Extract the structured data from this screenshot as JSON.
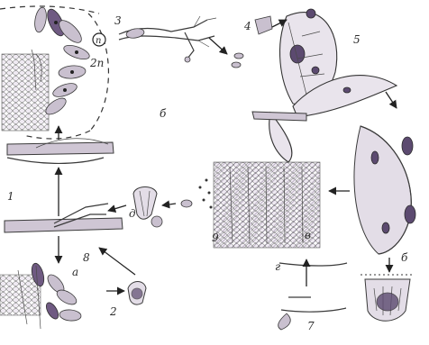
{
  "figure": {
    "labels": {
      "stage_1": "1",
      "stage_2": "2",
      "stage_3": "3",
      "stage_4": "4",
      "stage_5": "5",
      "stage_6a": "б",
      "stage_6b": "б",
      "stage_7": "7",
      "stage_8": "8",
      "stage_9": "9",
      "nucleus_2n": "2n",
      "nucleus_n": "n",
      "sub_a": "а",
      "sub_b": "б",
      "sub_v": "в",
      "sub_g": "г",
      "sub_d": "д"
    },
    "colors": {
      "ink": "#3a3a3a",
      "spore_fill": "#c9c0cf",
      "spore_dark": "#6f5a82",
      "tissue": "#e3dde7"
    }
  }
}
